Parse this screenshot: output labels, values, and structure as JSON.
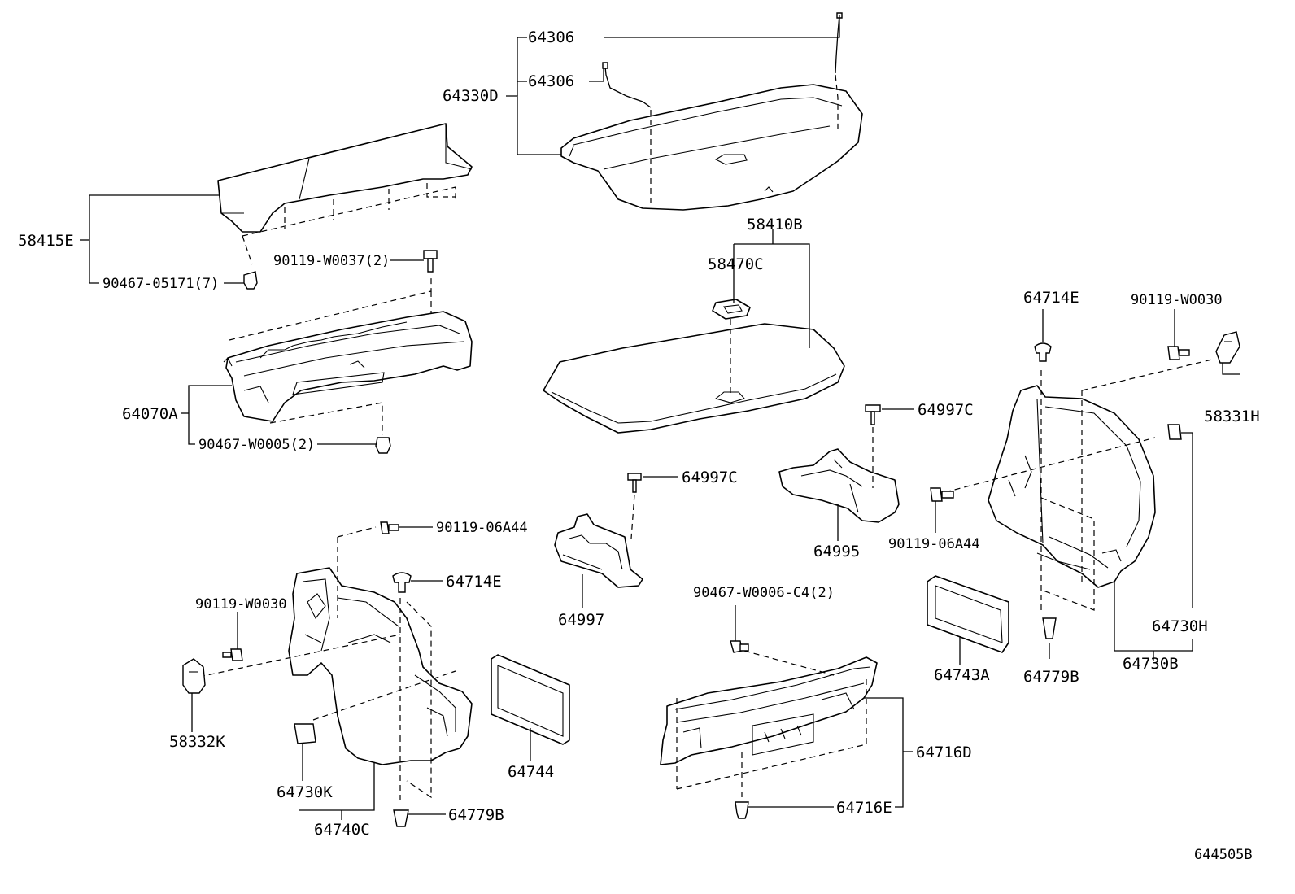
{
  "diagram": {
    "reference_code": "644505B",
    "labels": {
      "p64306a": "64306",
      "p64306b": "64306",
      "p64330D": "64330D",
      "p58415E": "58415E",
      "p90467_05171": "90467-05171(7)",
      "p90119_W0037": "90119-W0037(2)",
      "p64070A": "64070A",
      "p90467_W0005": "90467-W0005(2)",
      "p58410B": "58410B",
      "p58470C": "58470C",
      "p64714E_r": "64714E",
      "p90119_W0030_r": "90119-W0030",
      "p58331H": "58331H",
      "p64997C_a": "64997C",
      "p64997C_b": "64997C",
      "p64995": "64995",
      "p90119_06A44_r": "90119-06A44",
      "p90119_06A44_l": "90119-06A44",
      "p64714E_l": "64714E",
      "p90119_W0030_l": "90119-W0030",
      "p64997": "64997",
      "p90467_W0006": "90467-W0006-C4(2)",
      "p64743A": "64743A",
      "p64779B_r": "64779B",
      "p64730H": "64730H",
      "p64730B": "64730B",
      "p58332K": "58332K",
      "p64744": "64744",
      "p64730K": "64730K",
      "p64740C": "64740C",
      "p64779B_l": "64779B",
      "p64716D": "64716D",
      "p64716E": "64716E"
    }
  }
}
